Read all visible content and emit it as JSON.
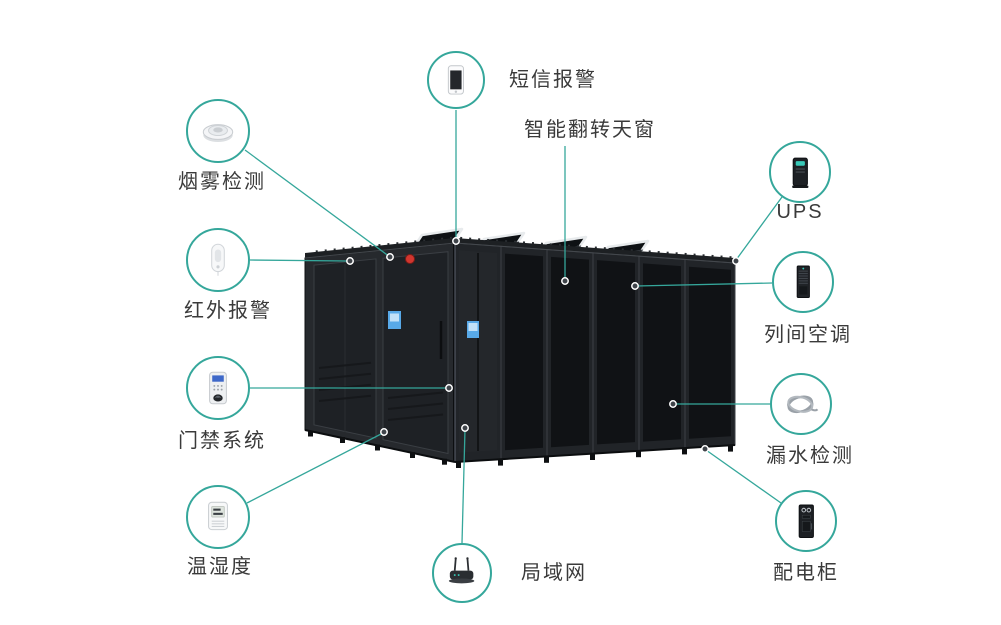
{
  "theme": {
    "accent_teal": "#35a79b",
    "connector_color": "#35a79b",
    "dot_color": "#3f444a",
    "label_color": "#3a3a3a",
    "background": "#ffffff",
    "cabinet_dark": "#1b1e21",
    "screen_blue": "#58a9e8",
    "beacon_red": "#d2362f"
  },
  "center": {
    "name": "modular-data-center",
    "description": "黑色微模块机柜群,顶部带翻转天窗"
  },
  "callouts": [
    {
      "id": "sms",
      "label": "短信报警",
      "icon": "phone-icon"
    },
    {
      "id": "skylight",
      "label": "智能翻转天窗",
      "icon": ""
    },
    {
      "id": "smoke",
      "label": "烟雾检测",
      "icon": "smoke-detector-icon"
    },
    {
      "id": "ups",
      "label": "UPS",
      "icon": "ups-tower-icon"
    },
    {
      "id": "infrared",
      "label": "红外报警",
      "icon": "infrared-sensor-icon"
    },
    {
      "id": "ac",
      "label": "列间空调",
      "icon": "inrow-ac-icon"
    },
    {
      "id": "access",
      "label": "门禁系统",
      "icon": "access-control-icon"
    },
    {
      "id": "leak",
      "label": "漏水检测",
      "icon": "leak-cable-coil-icon"
    },
    {
      "id": "temphum",
      "label": "温湿度",
      "icon": "thermo-hygrometer-icon"
    },
    {
      "id": "power",
      "label": "配电柜",
      "icon": "power-cabinet-icon"
    },
    {
      "id": "lan",
      "label": "局域网",
      "icon": "wireless-router-icon"
    }
  ]
}
